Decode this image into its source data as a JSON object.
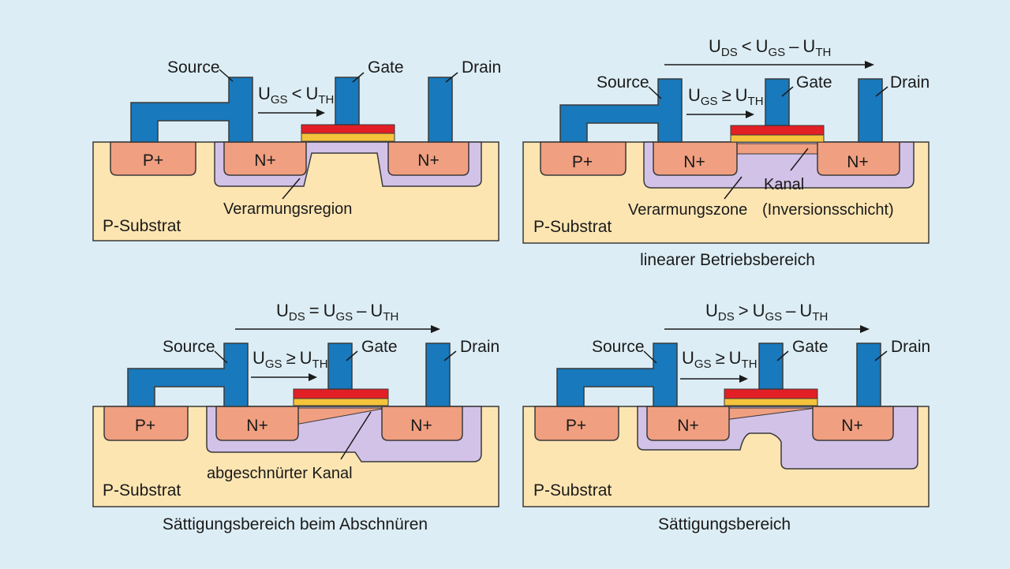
{
  "colors": {
    "background": "#dcedf5",
    "substrate": "#fde5b2",
    "doping": "#f09f80",
    "depletion": "#d3c2e8",
    "metal": "#1879bd",
    "gate_oxide_red": "#e31f26",
    "gate_oxide_yellow": "#f6c33c",
    "outline": "#3a3a3a"
  },
  "labels": {
    "source": "Source",
    "gate": "Gate",
    "drain": "Drain",
    "p_plus": "P+",
    "n_plus": "N+",
    "substrate": "P-Substrat"
  },
  "panels": [
    {
      "id": "cutoff",
      "vgs": {
        "U1": "U",
        "s1": "GS",
        "op": "<",
        "U2": "U",
        "s2": "TH"
      },
      "vds": null,
      "region_labels": [
        "Verarmungsregion"
      ],
      "caption": ""
    },
    {
      "id": "linear",
      "vgs": {
        "U1": "U",
        "s1": "GS",
        "op": "≥",
        "U2": "U",
        "s2": "TH"
      },
      "vds": {
        "U1": "U",
        "s1": "DS",
        "op1": "<",
        "U2": "U",
        "s2": "GS",
        "op2": "–",
        "U3": "U",
        "s3": "TH"
      },
      "region_labels": [
        "Verarmungszone",
        "Kanal",
        "(Inversionsschicht)"
      ],
      "caption": "linearer Betriebsbereich"
    },
    {
      "id": "pinchoff",
      "vgs": {
        "U1": "U",
        "s1": "GS",
        "op": "≥",
        "U2": "U",
        "s2": "TH"
      },
      "vds": {
        "U1": "U",
        "s1": "DS",
        "op1": "=",
        "U2": "U",
        "s2": "GS",
        "op2": "–",
        "U3": "U",
        "s3": "TH"
      },
      "region_labels": [
        "abgeschnürter Kanal"
      ],
      "caption": "Sättigungsbereich beim Abschnüren"
    },
    {
      "id": "saturation",
      "vgs": {
        "U1": "U",
        "s1": "GS",
        "op": "≥",
        "U2": "U",
        "s2": "TH"
      },
      "vds": {
        "U1": "U",
        "s1": "DS",
        "op1": ">",
        "U2": "U",
        "s2": "GS",
        "op2": "–",
        "U3": "U",
        "s3": "TH"
      },
      "region_labels": [],
      "caption": "Sättigungsbereich"
    }
  ]
}
